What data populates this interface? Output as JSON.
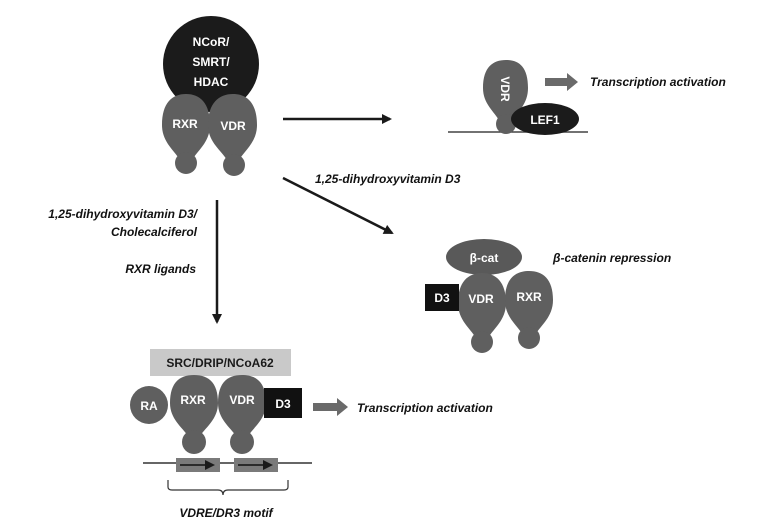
{
  "colors": {
    "protein_fill": "#5f5f5f",
    "black": "#1b1b1b",
    "coactivator_box": "#c9c9c9",
    "beta_cat": "#595959",
    "dna_motif": "#7a7a7a",
    "arrow": "#1a1a1a",
    "block_arrow": "#6a6a6a"
  },
  "corepressor": {
    "label_line1": "NCoR/",
    "label_line2": "SMRT/",
    "label_line3": "HDAC",
    "rxr": "RXR",
    "vdr": "VDR"
  },
  "lef1_pathway": {
    "vdr": "VDR",
    "lef1": "LEF1",
    "result": "Transcription activation"
  },
  "ligand_label_right": "1,25-dihydroxyvitamin D3",
  "ligand_label_left_line1": "1,25-dihydroxyvitamin D3/",
  "ligand_label_left_line2": "Cholecalciferol",
  "rxr_ligands": "RXR ligands",
  "beta_catenin_pathway": {
    "beta_cat": "β-cat",
    "d3": "D3",
    "vdr": "VDR",
    "rxr": "RXR",
    "result": "β-catenin repression"
  },
  "coactivator_complex": {
    "coactivators": "SRC/DRIP/NCoA62",
    "ra": "RA",
    "rxr": "RXR",
    "vdr": "VDR",
    "d3": "D3",
    "result": "Transcription activation",
    "motif_label": "VDRE/DR3 motif"
  }
}
